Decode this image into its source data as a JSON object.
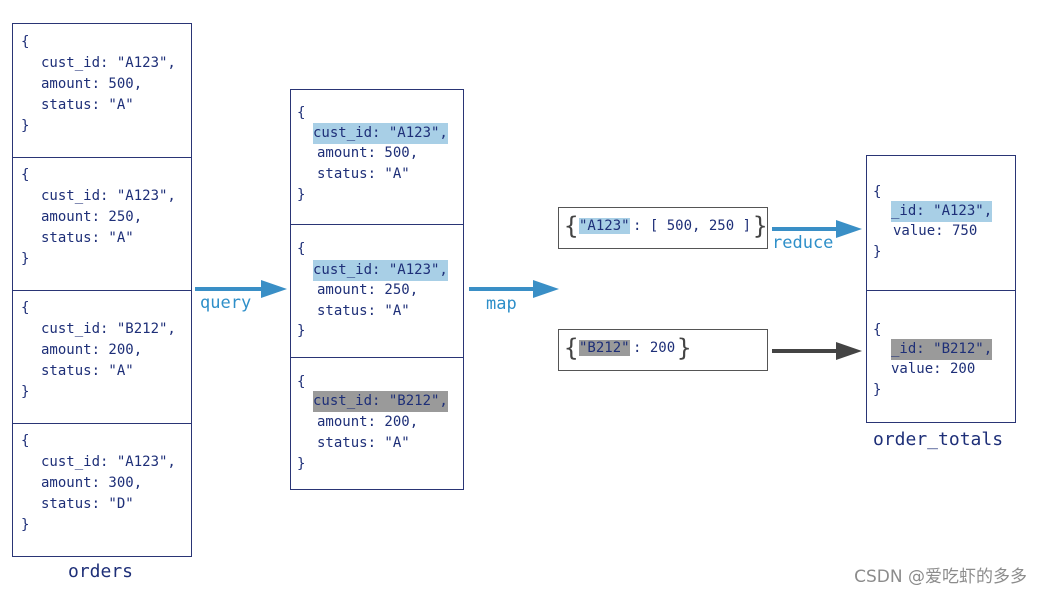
{
  "orders": {
    "caption": "orders",
    "docs": [
      {
        "open": "{",
        "l1": "cust_id: \"A123\",",
        "l2": "amount: 500,",
        "l3": "status: \"A\"",
        "close": "}"
      },
      {
        "open": "{",
        "l1": "cust_id: \"A123\",",
        "l2": "amount: 250,",
        "l3": "status: \"A\"",
        "close": "}"
      },
      {
        "open": "{",
        "l1": "cust_id: \"B212\",",
        "l2": "amount: 200,",
        "l3": "status: \"A\"",
        "close": "}"
      },
      {
        "open": "{",
        "l1": "cust_id: \"A123\",",
        "l2": "amount: 300,",
        "l3": "status: \"D\"",
        "close": "}"
      }
    ]
  },
  "query_arrow": {
    "label": "query",
    "color": "#3a8fc6"
  },
  "queried": {
    "docs": [
      {
        "open": "{",
        "l1": "cust_id: \"A123\",",
        "l2": "amount: 500,",
        "l3": "status: \"A\"",
        "close": "}",
        "highlight": "blue"
      },
      {
        "open": "{",
        "l1": "cust_id: \"A123\",",
        "l2": "amount: 250,",
        "l3": "status: \"A\"",
        "close": "}",
        "highlight": "blue"
      },
      {
        "open": "{",
        "l1": "cust_id: \"B212\",",
        "l2": "amount: 200,",
        "l3": "status: \"A\"",
        "close": "}",
        "highlight": "gray"
      }
    ]
  },
  "map_arrow": {
    "label": "map",
    "color": "#3a8fc6"
  },
  "mapped": [
    {
      "key": "\"A123\"",
      "value": ": [ 500, 250 ]",
      "open": "{",
      "close": "}",
      "highlight": "blue"
    },
    {
      "key": "\"B212\"",
      "value": ": 200",
      "open": "{",
      "close": "}",
      "highlight": "gray"
    }
  ],
  "reduce_arrow": {
    "label": "reduce",
    "color": "#3a8fc6"
  },
  "gray_arrow": {
    "color": "#444444"
  },
  "order_totals": {
    "caption": "order_totals",
    "docs": [
      {
        "open": "{",
        "l1": "_id: \"A123\",",
        "l2": "value: 750",
        "close": "}",
        "highlight": "blue"
      },
      {
        "open": "{",
        "l1": "_id: \"B212\",",
        "l2": "value: 200",
        "close": "}",
        "highlight": "gray"
      }
    ]
  },
  "watermark": "CSDN @爱吃虾的多多",
  "colors": {
    "border": "#2a3575",
    "text": "#1e2f78",
    "highlight_blue": "#a8cfe6",
    "highlight_gray": "#9a9a9a",
    "arrow_blue": "#3a8fc6"
  }
}
